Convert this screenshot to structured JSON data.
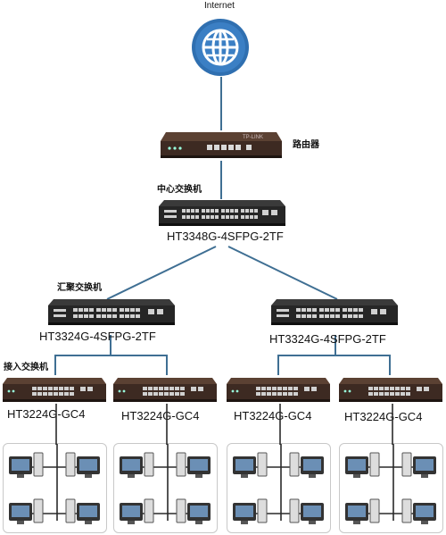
{
  "internet": {
    "label": "Internet",
    "icon": "globe-icon"
  },
  "router": {
    "label": "路由器",
    "icon": "router-icon"
  },
  "core": {
    "role": "中心交换机",
    "model": "HT3348G-4SFPG-2TF"
  },
  "aggregation": {
    "role": "汇聚交换机",
    "switches": [
      {
        "model": "HT3324G-4SFPG-2TF"
      },
      {
        "model": "HT3324G-4SFPG-2TF"
      }
    ]
  },
  "access": {
    "role": "接入交换机",
    "switches": [
      {
        "model": "HT3224G-GC4"
      },
      {
        "model": "HT3224G-GC4"
      },
      {
        "model": "HT3224G-GC4"
      },
      {
        "model": "HT3224G-GC4"
      }
    ]
  },
  "colors": {
    "link": "#3f6f93",
    "globe": "#2f6fb0",
    "device_body": "#2b2b2b",
    "access_body": "#5a3a2a"
  }
}
